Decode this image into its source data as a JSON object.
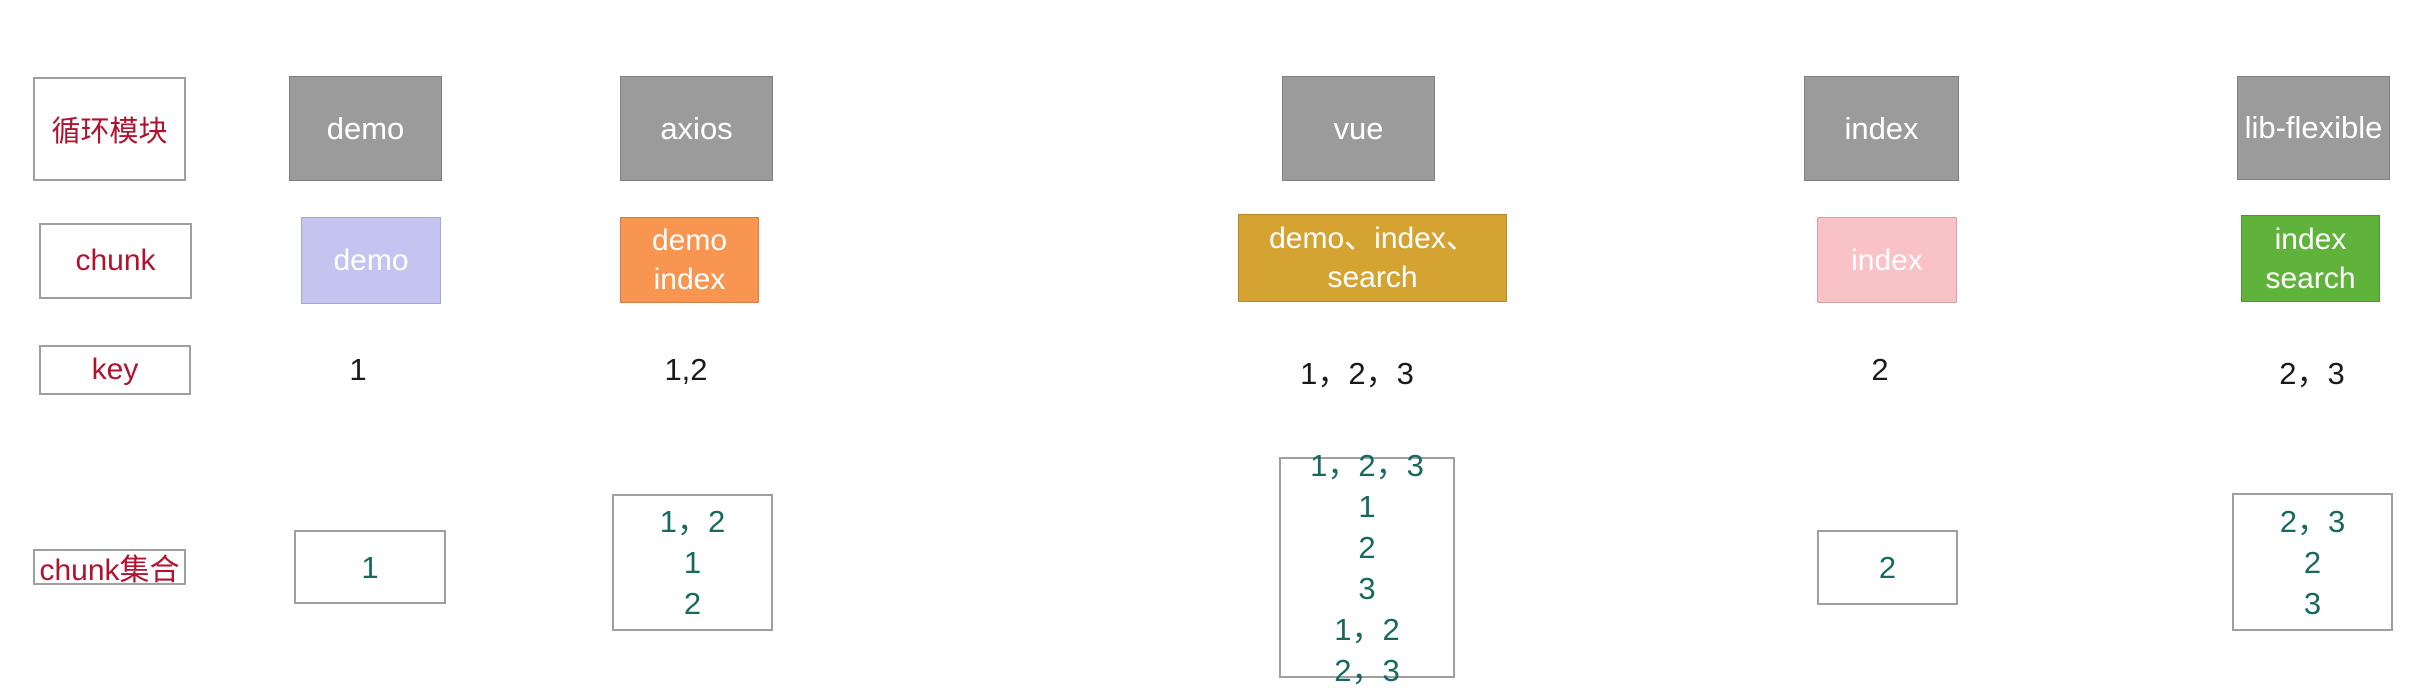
{
  "labels": {
    "modules": "循环模块",
    "chunk": "chunk",
    "key": "key",
    "chunk_set": "chunk集合"
  },
  "colors": {
    "module_bg": "#9b9b9b",
    "label_text": "#b0122f",
    "set_text": "#17695e",
    "key_text": "#1a1a1a",
    "box_border": "#9f9f9f",
    "chunk_demo": "#c5c4f0",
    "chunk_axios": "#f79551",
    "chunk_vue": "#d5a332",
    "chunk_index": "#f9c2c6",
    "chunk_lib_flexible": "#5fb23a"
  },
  "columns": [
    {
      "id": "demo",
      "module": "demo",
      "chunk_lines": [
        "demo"
      ],
      "key": "1",
      "set_lines": [
        "1"
      ]
    },
    {
      "id": "axios",
      "module": "axios",
      "chunk_lines": [
        "demo",
        "index"
      ],
      "key": "1,2",
      "set_lines": [
        "1，2",
        "1",
        "2"
      ]
    },
    {
      "id": "vue",
      "module": "vue",
      "chunk_lines": [
        "demo、index、",
        "search"
      ],
      "key": "1，2，3",
      "set_lines": [
        "1，2，3",
        "1",
        "2",
        "3",
        "1，2",
        "2，3"
      ]
    },
    {
      "id": "index",
      "module": "index",
      "chunk_lines": [
        "index"
      ],
      "key": "2",
      "set_lines": [
        "2"
      ]
    },
    {
      "id": "lib-flexible",
      "module": "lib-flexible",
      "chunk_lines": [
        "index",
        "search"
      ],
      "key": "2，3",
      "set_lines": [
        "2，3",
        "2",
        "3"
      ]
    }
  ]
}
